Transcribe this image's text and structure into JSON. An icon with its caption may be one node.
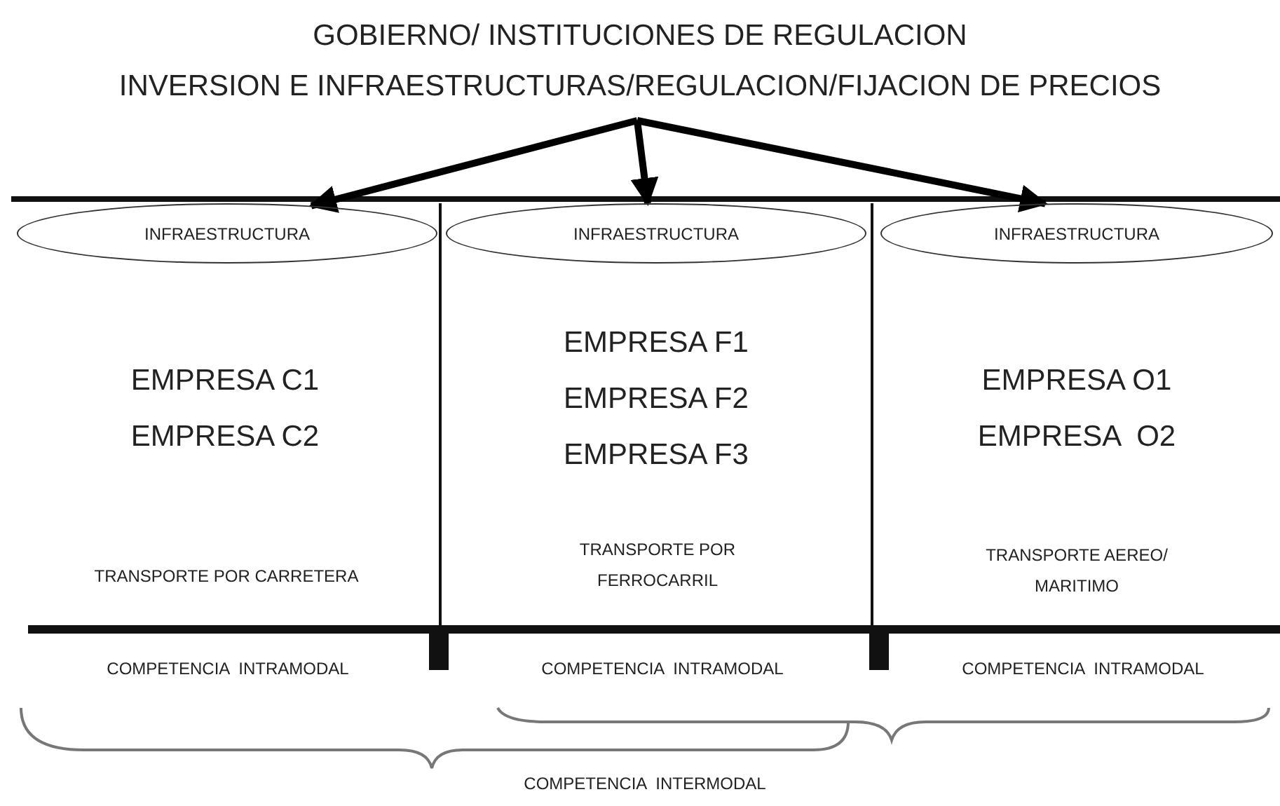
{
  "diagram": {
    "nodes": [
      {
        "text": [
          "GOBIERNO/ INSTITUCIONES DE REGULACION",
          "INVERSION E INFRAESTRUCTURAS/REGULACION/FIJACION DE PRECIOS"
        ]
      },
      {
        "text": [
          "EMPRESA C1",
          "EMPRESA C2",
          "TRANSPORTE POR CARRETERA"
        ]
      },
      {
        "text": [
          "INFRAESTRUCTURA"
        ],
        "in": 1
      },
      {
        "text": [
          "EMPRESA F1",
          "EMPRESA F2",
          "EMPRESA F3",
          "TRANSPORTE POR FERROCARRIL"
        ]
      },
      {
        "text": [
          "INFRAESTRUCTURA"
        ],
        "in": 3
      },
      {
        "text": [
          "EMPRESA O1",
          "EMPRESA  O2",
          "TRANSPORTE AEREO/ MARITIMO"
        ]
      },
      {
        "text": [
          "INFRAESTRUCTURA"
        ],
        "in": 5
      }
    ],
    "edges": [
      {
        "from": 0,
        "to": 2,
        "arrow": "to"
      },
      {
        "from": 0,
        "to": 4,
        "arrow": "to"
      },
      {
        "from": 0,
        "to": 6,
        "arrow": "to"
      }
    ],
    "labels": [
      "COMPETENCIA  INTRAMODAL",
      "COMPETENCIA  INTRAMODAL",
      "COMPETENCIA  INTRAMODAL",
      "COMPETENCIA  INTERMODAL"
    ]
  }
}
